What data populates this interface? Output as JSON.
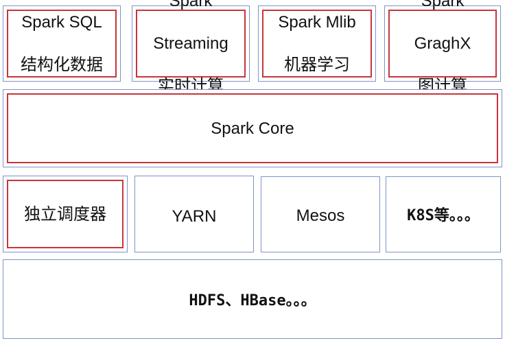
{
  "top_row": [
    {
      "line1": "Spark SQL",
      "line2": "结构化数据"
    },
    {
      "line1": "Spark",
      "line2": "Streaming",
      "line3": "实时计算"
    },
    {
      "line1": "Spark Mlib",
      "line2": "机器学习"
    },
    {
      "line1": "Spark",
      "line2": "GraghX",
      "line3": "图计算"
    }
  ],
  "core": {
    "label": "Spark Core"
  },
  "schedulers": [
    {
      "label": "独立调度器"
    },
    {
      "label": "YARN"
    },
    {
      "label": "Mesos"
    },
    {
      "label": "K8S等。。。"
    }
  ],
  "storage": {
    "label": "HDFS、HBase。。。"
  },
  "colors": {
    "outer_border": "#7b93c8",
    "inner_border": "#c8343a"
  }
}
